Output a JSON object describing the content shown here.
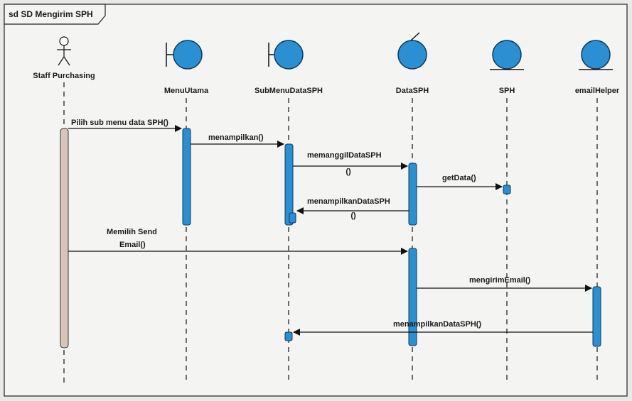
{
  "frame": {
    "title": "sd SD Mengirim SPH"
  },
  "actor": {
    "name": "Staff Purchasing"
  },
  "lifelines": [
    {
      "name": "MenuUtama",
      "kind": "boundary"
    },
    {
      "name": "SubMenuDataSPH",
      "kind": "boundary"
    },
    {
      "name": "DataSPH",
      "kind": "control"
    },
    {
      "name": "SPH",
      "kind": "entity"
    },
    {
      "name": "emailHelper",
      "kind": "entity"
    }
  ],
  "messages": [
    {
      "label": "Pilih sub menu data SPH()"
    },
    {
      "label": "menampilkan()"
    },
    {
      "label_line1": "memanggilDataSPH",
      "label_line2": "()"
    },
    {
      "label": "getData()"
    },
    {
      "label_line1": "menampilkanDataSPH",
      "label_line2": "()"
    },
    {
      "label_line1": "Memilih Send",
      "label_line2": "Email()"
    },
    {
      "label": "mengirimEmail()"
    },
    {
      "label": "menampilkanDataSPH()"
    }
  ],
  "colors": {
    "object_fill": "#2b8fd1",
    "object_stroke": "#0d3a5a",
    "actor_bar": "#d9c5b8",
    "activation": "#2b8fd1",
    "line": "#111111"
  }
}
